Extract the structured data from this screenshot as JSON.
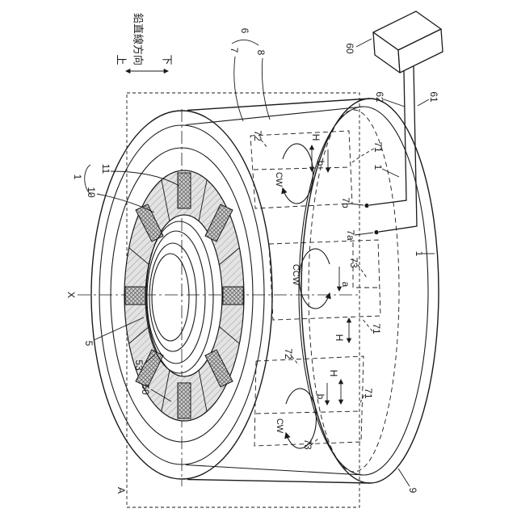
{
  "annotations": {
    "direction": "鉛直線方向",
    "up": "上",
    "down": "下",
    "x_axis": "X",
    "section": "A"
  },
  "labels": {
    "n6": "6",
    "n7": "7",
    "n8": "8",
    "n60": "60",
    "n61": "61",
    "n62": "62",
    "n72_top": "72",
    "h_top": "H",
    "n71_top": "71",
    "b_top": "b",
    "cw_top": "CW",
    "n1_top": "1",
    "n7b": "7b",
    "n7a": "7a",
    "n73_mid": "73",
    "a_mid": "a",
    "ccw_mid": "CCW",
    "n1_right": "1",
    "n71_mid": "71",
    "h_mid": "H",
    "n72_bot": "72",
    "h_bot": "H",
    "b_bot": "b",
    "n71_bot": "71",
    "cw_bot": "CW",
    "n73_bot": "73",
    "n9": "9",
    "n1_left": "1",
    "n10": "10",
    "n11": "11",
    "n5": "5",
    "n53": "53",
    "n50": "50"
  },
  "colors": {
    "ink": "#1a1a1a",
    "ring_fill": "#e3e3e3",
    "magnet_fill": "#d2d2d2"
  }
}
